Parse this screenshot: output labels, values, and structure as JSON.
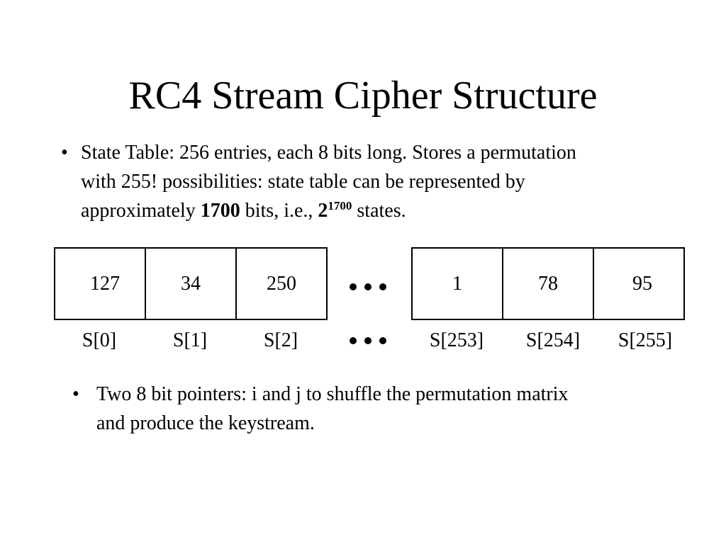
{
  "slide": {
    "title": "RC4 Stream Cipher Structure",
    "bullet_symbol": "•",
    "bullet1": {
      "line1": "State Table: 256 entries, each 8 bits long. Stores a permutation",
      "line2": "with 255! possibilities: state table can be represented by",
      "line3_prefix": "approximately ",
      "line3_bold_bits": "1700",
      "line3_mid": " bits, i.e., ",
      "line3_base": "2",
      "line3_exponent": "1700",
      "line3_suffix": " states."
    },
    "bullet2": {
      "line1": "Two 8 bit pointers: i and j to shuffle the permutation matrix",
      "line2": "and produce the keystream."
    }
  },
  "state_table": {
    "cells_left": [
      {
        "value": "127",
        "label": "S[0]"
      },
      {
        "value": "34",
        "label": "S[1]"
      },
      {
        "value": "250",
        "label": "S[2]"
      }
    ],
    "cells_right": [
      {
        "value": "1",
        "label": "S[253]"
      },
      {
        "value": "78",
        "label": "S[254]"
      },
      {
        "value": "95",
        "label": "S[255]"
      }
    ]
  }
}
